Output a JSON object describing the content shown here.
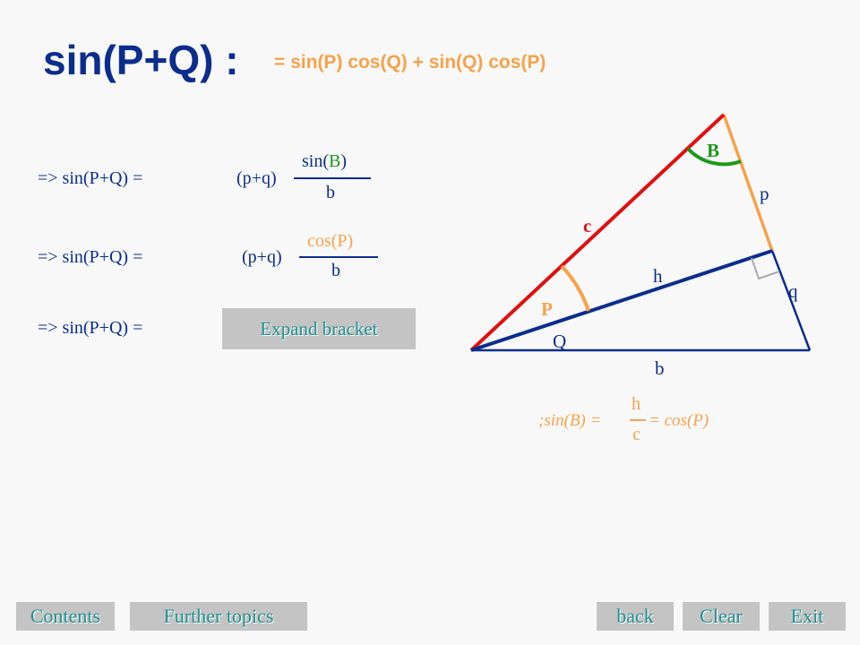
{
  "header": {
    "title": "sin(P+Q) :",
    "identity": "=  sin(P) cos(Q) + sin(Q) cos(P)"
  },
  "steps": [
    {
      "lhs": "=> sin(P+Q)  =",
      "factor": "(p+q)",
      "num_pre": "sin(",
      "num_mid": "B",
      "num_post": ")",
      "den": "b"
    },
    {
      "lhs": "=> sin(P+Q)  =",
      "factor": "(p+q)",
      "num": "cos(P)",
      "den": "b"
    },
    {
      "lhs": "=> sin(P+Q)  ="
    }
  ],
  "buttons": {
    "expand_bracket": "Expand bracket",
    "contents": "Contents",
    "further_topics": "Further topics",
    "back": "back",
    "clear": "Clear",
    "exit": "Exit"
  },
  "diagram": {
    "labels": {
      "B": "B",
      "p": "p",
      "c": "c",
      "h": "h",
      "q": "q",
      "P": "P",
      "Q": "Q",
      "b": "b"
    },
    "colors": {
      "red": "#e01010",
      "orange": "#f7a24a",
      "blue": "#0b2d8c",
      "green": "#1a9a1a",
      "grey": "#aaaaaa"
    }
  },
  "note": {
    "prefix": ";sin(B) =",
    "num": "h",
    "den": "c",
    "suffix": "= cos(P)"
  }
}
